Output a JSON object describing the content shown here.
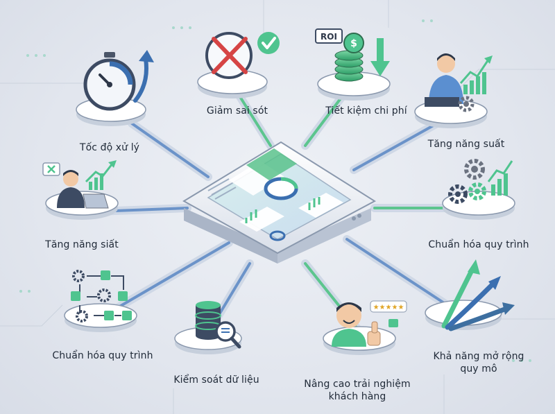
{
  "benefits": [
    {
      "key": "speed",
      "label": "Tốc độ xử lý"
    },
    {
      "key": "errors",
      "label": "Giảm sai sót"
    },
    {
      "key": "cost",
      "label": "Tiết kiệm chi phí"
    },
    {
      "key": "productivity_right",
      "label": "Tăng năng suất"
    },
    {
      "key": "productivity_left",
      "label": "Tăng năng siất"
    },
    {
      "key": "standardize_right",
      "label": "Chuẩn hóa quy trình"
    },
    {
      "key": "standardize_left",
      "label": "Chuẩn hóa quy trình"
    },
    {
      "key": "data_control",
      "label": "Kiểm soát dữ liệu"
    },
    {
      "key": "customer_experience",
      "label": "Nâng cao trải nghiệm khách hàng"
    },
    {
      "key": "scalability",
      "label": "Khả năng mở rộng quy mô"
    }
  ],
  "icon_text": {
    "roi": "ROI",
    "dollar": "$"
  },
  "colors": {
    "accent_green": "#4fc48f",
    "accent_blue": "#3b6fb0",
    "accent_teal": "#7ec8c0",
    "line_blue": "#6b93c9",
    "line_green": "#5cc58e",
    "error_red": "#d64545"
  }
}
